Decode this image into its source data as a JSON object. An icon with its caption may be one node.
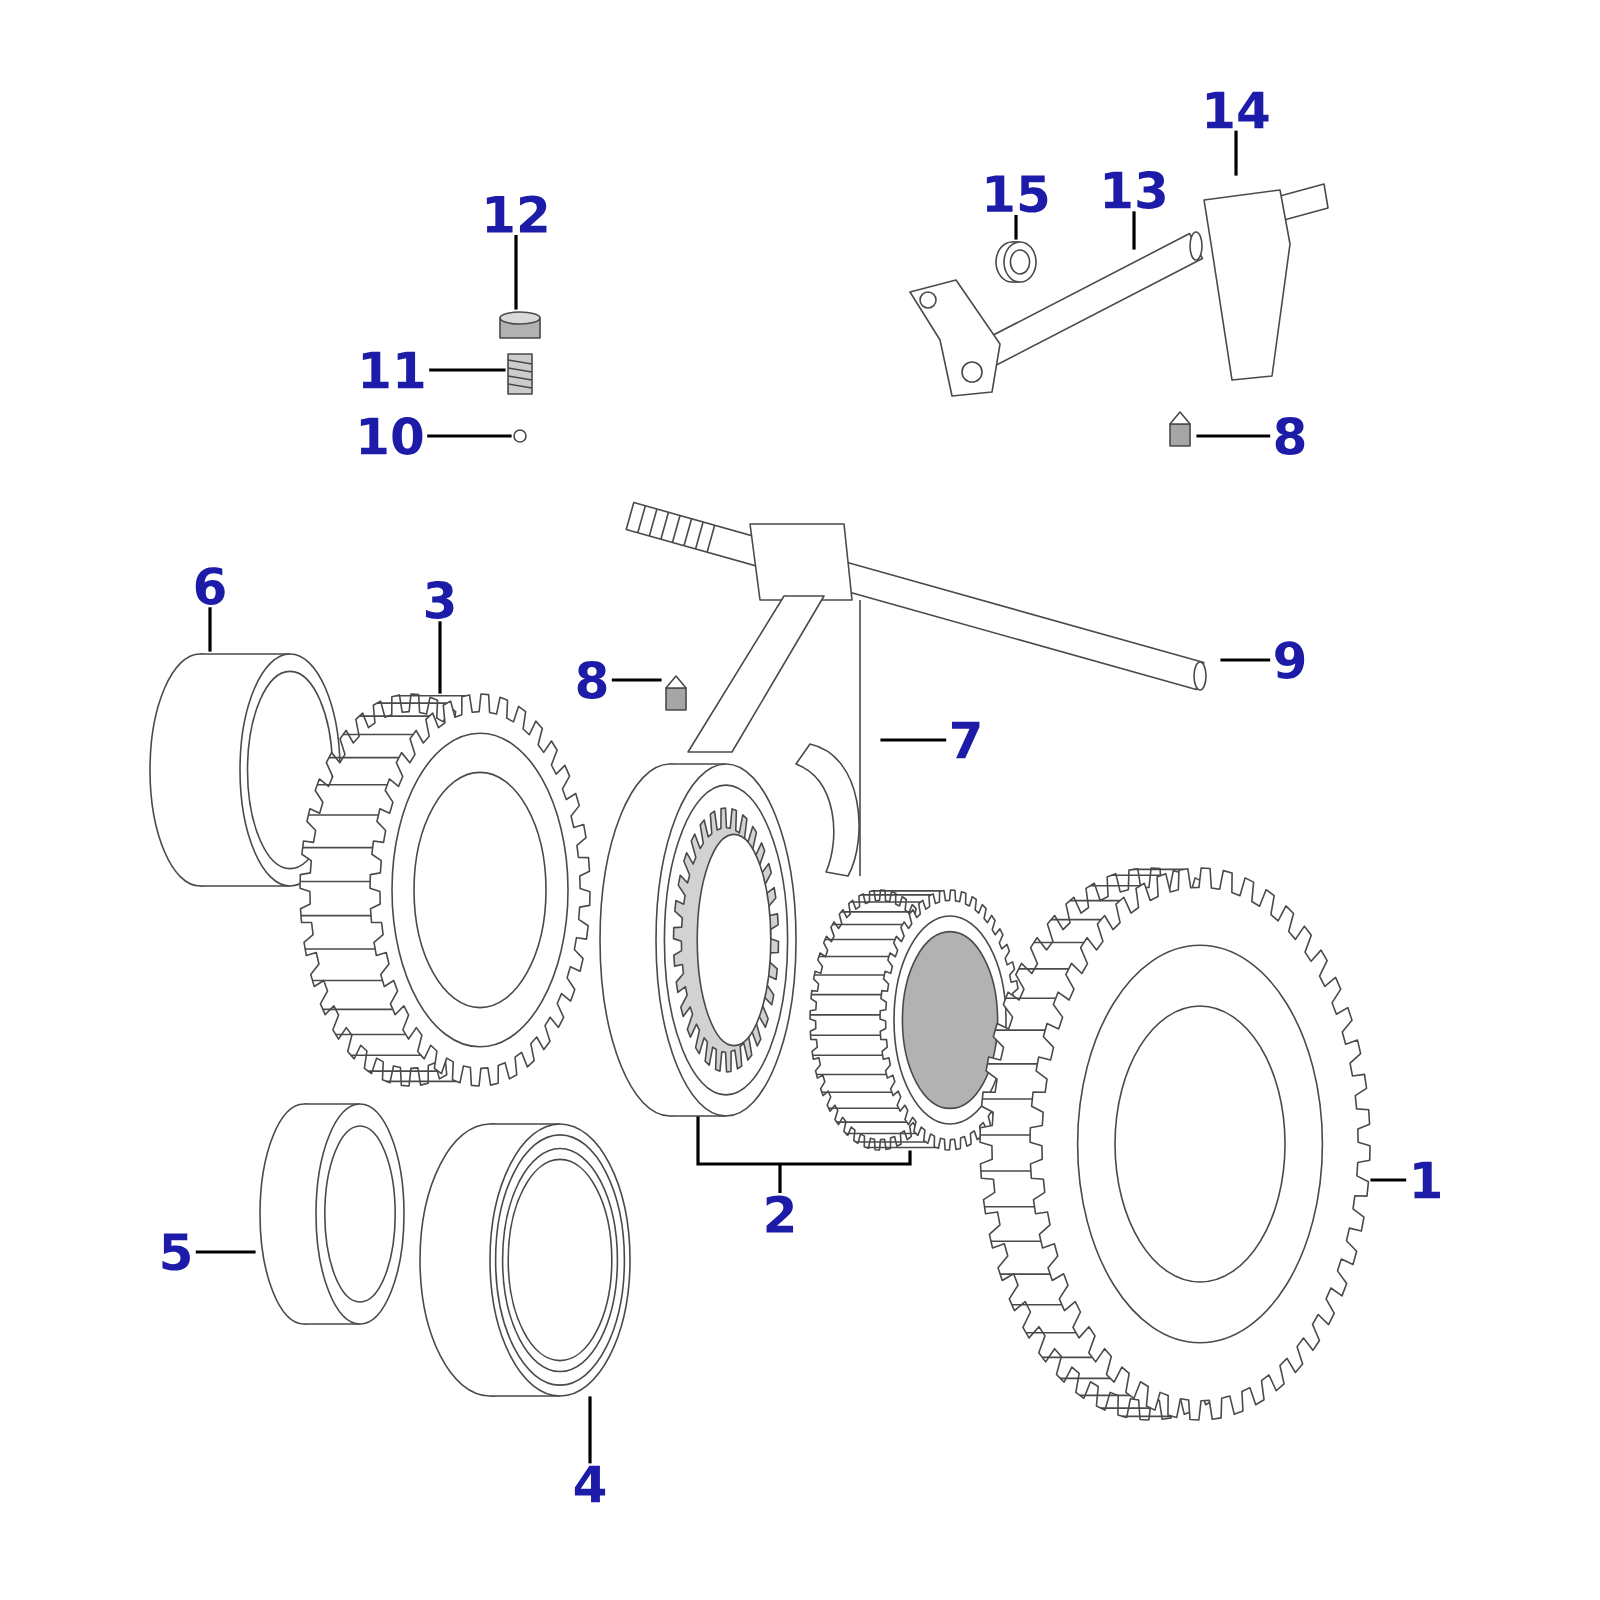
{
  "diagram": {
    "nodes": [
      {
        "text": [
          "1"
        ]
      },
      {
        "text": [
          "2"
        ]
      },
      {
        "text": [
          "3"
        ]
      },
      {
        "text": [
          "4"
        ]
      },
      {
        "text": [
          "5"
        ]
      },
      {
        "text": [
          "6"
        ]
      },
      {
        "text": [
          "7"
        ]
      },
      {
        "text": [
          "8"
        ]
      },
      {
        "text": [
          "8"
        ]
      },
      {
        "text": [
          "9"
        ]
      },
      {
        "text": [
          "10"
        ]
      },
      {
        "text": [
          "11"
        ]
      },
      {
        "text": [
          "12"
        ]
      },
      {
        "text": [
          "13"
        ]
      },
      {
        "text": [
          "14"
        ]
      },
      {
        "text": [
          "15"
        ]
      },
      {
        "text": [],
        "shape": "gear"
      },
      {
        "text": [],
        "shape": "ring"
      },
      {
        "text": [],
        "shape": "gear"
      },
      {
        "text": [],
        "shape": "gear"
      },
      {
        "text": [],
        "shape": "bearing"
      },
      {
        "text": [],
        "shape": "ring"
      },
      {
        "text": [],
        "shape": "ring"
      },
      {
        "text": [],
        "shape": "fork"
      },
      {
        "text": [],
        "shape": "pin"
      },
      {
        "text": [],
        "shape": "pin"
      },
      {
        "text": [],
        "shape": "shaft"
      },
      {
        "text": [],
        "shape": "ball"
      },
      {
        "text": [],
        "shape": "spring"
      },
      {
        "text": [],
        "shape": "cap"
      },
      {
        "text": [],
        "shape": "shaft"
      },
      {
        "text": [],
        "shape": "lever"
      },
      {
        "text": [],
        "shape": "ring"
      }
    ],
    "edges": [
      {
        "from": 0,
        "to": 16,
        "arrow": "none"
      },
      {
        "from": 1,
        "to": 17,
        "arrow": "none"
      },
      {
        "from": 1,
        "to": 18,
        "arrow": "none"
      },
      {
        "from": 2,
        "to": 19,
        "arrow": "none"
      },
      {
        "from": 3,
        "to": 20,
        "arrow": "none"
      },
      {
        "from": 4,
        "to": 21,
        "arrow": "none"
      },
      {
        "from": 5,
        "to": 22,
        "arrow": "none"
      },
      {
        "from": 6,
        "to": 23,
        "arrow": "none"
      },
      {
        "from": 7,
        "to": 24,
        "arrow": "none"
      },
      {
        "from": 8,
        "to": 25,
        "arrow": "none"
      },
      {
        "from": 9,
        "to": 26,
        "arrow": "none"
      },
      {
        "from": 10,
        "to": 27,
        "arrow": "none"
      },
      {
        "from": 11,
        "to": 28,
        "arrow": "none"
      },
      {
        "from": 12,
        "to": 29,
        "arrow": "none"
      },
      {
        "from": 13,
        "to": 30,
        "arrow": "none"
      },
      {
        "from": 14,
        "to": 31,
        "arrow": "none"
      },
      {
        "from": 15,
        "to": 32,
        "arrow": "none"
      }
    ]
  }
}
